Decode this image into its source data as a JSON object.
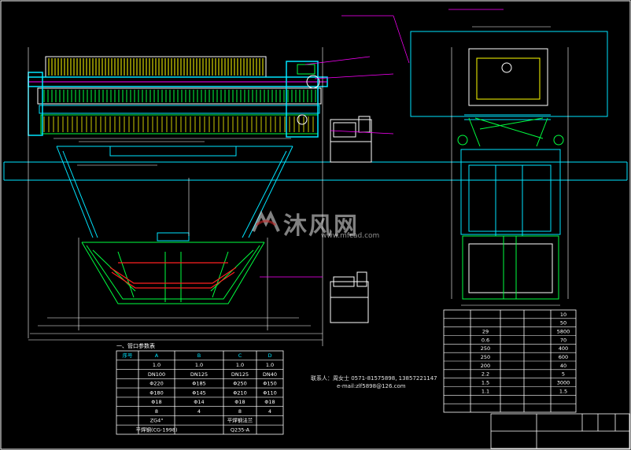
{
  "watermark": {
    "name": "沐风网",
    "url": "www.mfcad.com"
  },
  "contact": {
    "line1": "联系人：周女士  0571-81575898,  13857221147",
    "line2": "e-mail:zlf5898@126.com"
  },
  "params_table": {
    "title": "一、管口参数表",
    "col_headers": [
      "序号",
      "A",
      "B",
      "C",
      "D"
    ],
    "rows": [
      [
        "",
        "1.0",
        "1.0",
        "1.0",
        "1.0"
      ],
      [
        "",
        "DN100",
        "DN125",
        "DN125",
        "DN40"
      ],
      [
        "",
        "Φ220",
        "Φ185",
        "Φ250",
        "Φ150"
      ],
      [
        "",
        "Φ180",
        "Φ145",
        "Φ210",
        "Φ110"
      ],
      [
        "",
        "Φ18",
        "Φ14",
        "Φ18",
        "Φ18"
      ],
      [
        "",
        "8",
        "4",
        "8",
        "4"
      ],
      [
        "",
        "ZG4\"",
        "",
        "平焊钢法兰",
        ""
      ],
      [
        "",
        "平焊钢(CG-1998)",
        "",
        "Q235-A",
        ""
      ]
    ]
  },
  "spec_table": {
    "rows": [
      [
        "",
        "",
        "",
        "",
        "10"
      ],
      [
        "",
        "",
        "",
        "",
        "50"
      ],
      [
        "",
        "29",
        "",
        "",
        "5800"
      ],
      [
        "",
        "0.6",
        "",
        "",
        "70"
      ],
      [
        "",
        "250",
        "",
        "",
        "400"
      ],
      [
        "",
        "250",
        "",
        "",
        "600"
      ],
      [
        "",
        "200",
        "",
        "",
        "40"
      ],
      [
        "",
        "2.2",
        "",
        "",
        "5"
      ],
      [
        "",
        "1.5",
        "",
        "",
        "3000"
      ],
      [
        "",
        "1.1",
        "",
        "",
        "1.5"
      ],
      [
        "",
        "",
        "",
        "",
        ""
      ],
      [
        "",
        "",
        "",
        "",
        ""
      ]
    ]
  },
  "colors": {
    "cyan": "#00e5ff",
    "yellow": "#ffff00",
    "green": "#00ff40",
    "red": "#ff2020",
    "magenta": "#ff00ff",
    "white": "#ffffff",
    "blue": "#3050ff"
  }
}
